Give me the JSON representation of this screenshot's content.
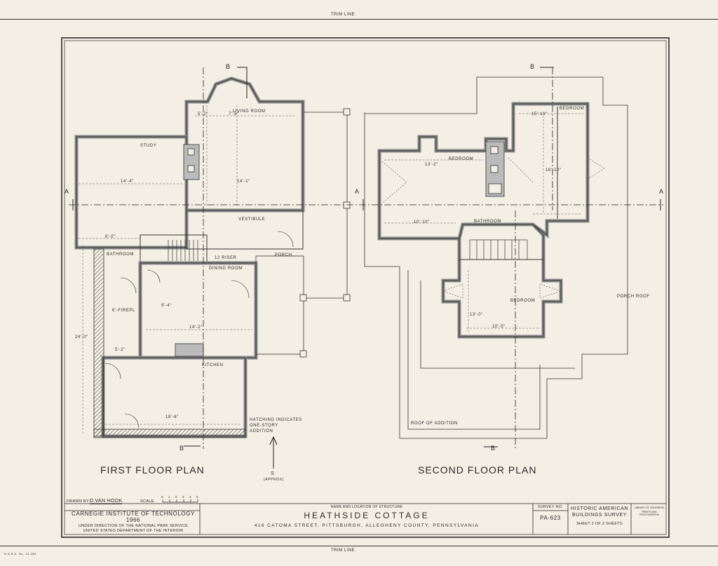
{
  "sheet": {
    "trim_label_top": "TRIM LINE",
    "trim_label_bottom": "TRIM LINE",
    "code": "H.A.B.S. No. 13-458"
  },
  "first_floor": {
    "title": "FIRST FLOOR PLAN",
    "rooms": {
      "living_room": "LIVING ROOM",
      "study": "STUDY",
      "vestibule": "VESTIBULE",
      "bathroom": "BATHROOM",
      "dining_room": "DINING ROOM",
      "porch": "PORCH",
      "kitchen": "KITCHEN",
      "riser": "12 RISER",
      "fireplace": "6'-FIREPL"
    },
    "note_lines": [
      "HATCHING INDICATES",
      "ONE-STORY",
      "ADDITION"
    ],
    "north_label": "S",
    "north_sub": "(APPROX)"
  },
  "second_floor": {
    "title": "SECOND FLOOR PLAN",
    "rooms": {
      "bedroom_nw": "BEDROOM",
      "bedroom_ne": "BEDROOM",
      "bathroom": "BATHROOM",
      "bedroom_s": "BEDROOM"
    },
    "roof_labels": {
      "porch_roof": "PORCH ROOF",
      "roof_addition": "ROOF OF ADDITION"
    }
  },
  "section_marks": {
    "a": "A",
    "b": "B"
  },
  "dimensions": {
    "d1": "5'-2\"",
    "d2": "7'-5\"",
    "d3": "14'-4\"",
    "d4": "14'-1\"",
    "d5": "8'-0\"",
    "d6": "14'-2\"",
    "d7": "5'-2\"",
    "d8": "18'-6\"",
    "d9": "10'-10\"",
    "d10": "16'-10\"",
    "d11": "13'-2\"",
    "d12": "10'-5\"",
    "d13": "24'-0\"",
    "d14": "15'-10\"",
    "d15": "13'-0\"",
    "d16": "9'-4\""
  },
  "title_block": {
    "drawn_by_label": "DRAWN BY:",
    "drawn_by": "D.VAN HOOK",
    "scale_label": "SCALE",
    "scale_ticks": [
      "0",
      "1",
      "2",
      "3",
      "4",
      "5"
    ],
    "institute": "CARNEGIE INSTITUTE OF TECHNOLOGY",
    "year": "1966",
    "direction_1": "UNDER DIRECTION OF THE NATIONAL PARK SERVICE",
    "direction_2": "UNITED STATES DEPARTMENT OF THE INTERIOR",
    "name_location_label": "NAME AND LOCATION OF STRUCTURE",
    "structure_name": "HEATHSIDE COTTAGE",
    "address": "416 CATOMA STREET, PITTSBURGH, ALLEGHENY COUNTY, PENNSYLVANIA",
    "survey_label": "SURVEY NO.",
    "survey_no": "PA-623",
    "habs_1": "HISTORIC AMERICAN",
    "habs_2": "BUILDINGS SURVEY",
    "sheet_label": "SHEET 2 OF 2 SHEETS",
    "library_1": "LIBRARY OF CONGRESS",
    "library_2": "PRINTS AND PHOTOGRAPHS"
  }
}
